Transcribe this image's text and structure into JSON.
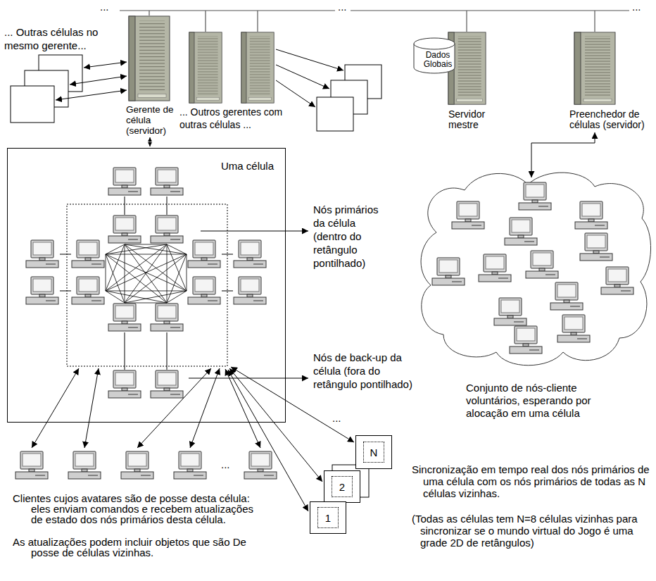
{
  "diagram": {
    "nodes": [
      {
        "text": [
          "Gerente de célula (servidor)"
        ]
      },
      {
        "text": [
          "Dados Globais"
        ]
      },
      {
        "text": [
          "Servidor mestre"
        ]
      },
      {
        "text": [
          "Preenchedor de células (servidor)"
        ]
      },
      {
        "text": [
          "Uma célula"
        ]
      },
      {
        "text": [
          "Conjunto de nós-cliente voluntários, esperando por alocação em uma célula"
        ]
      },
      {
        "text": [
          "N"
        ]
      },
      {
        "text": [
          "2"
        ]
      },
      {
        "text": [
          "1"
        ]
      }
    ],
    "edges": [
      {
        "from": 0,
        "to": 4,
        "arrow": "both"
      },
      {
        "from": 3,
        "to": 5,
        "arrow": "both"
      }
    ],
    "labels": [
      "...",
      "...",
      "...",
      "... Outras células no mesmo gerente...",
      "... Outros gerentes com outras células ...",
      "Nós primários da célula (dentro do retângulo pontilhado)",
      "Nós de back-up da célula (fora do retângulo pontilhado)",
      "...",
      "...",
      "Clientes cujos avatares são de posse desta célula: eles enviam comandos e recebem atualizações de estado dos nós primários desta célula.",
      "As atualizações podem incluir objetos que são De posse de células vizinhas.",
      "Sincronização em tempo real dos nós primários de uma célula com os nós primários de todas as N células vizinhas.",
      "(Todas as células tem N=8 células vizinhas para sincronizar se o mundo virtual do Jogo é uma grade 2D de retângulos)"
    ]
  }
}
